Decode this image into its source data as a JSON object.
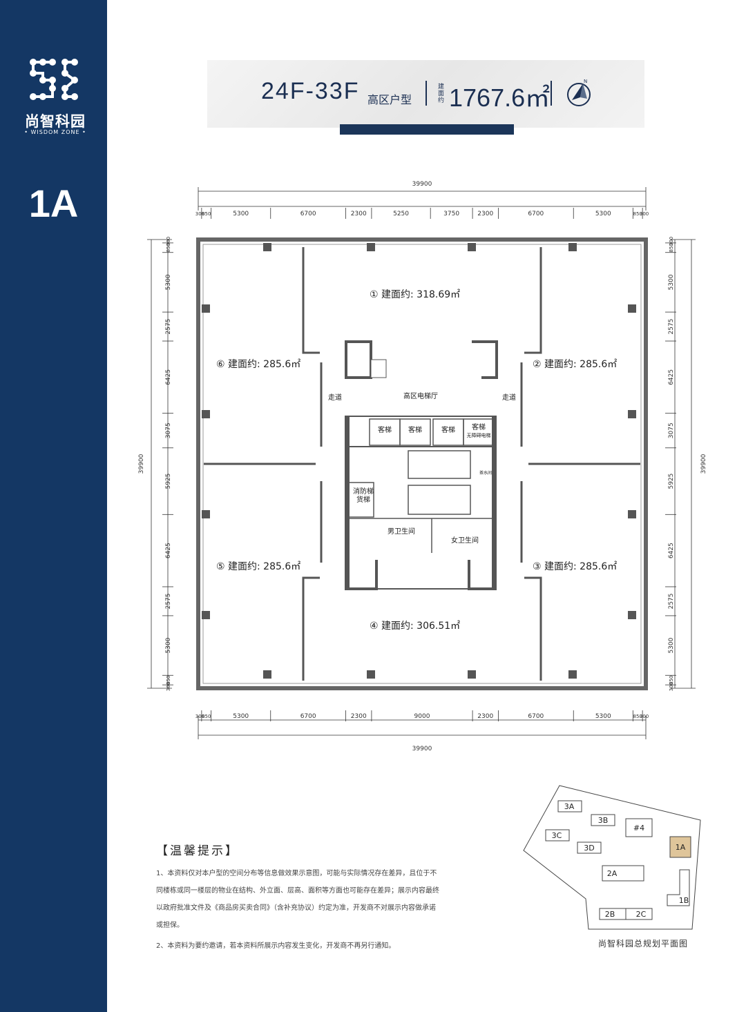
{
  "brand": {
    "name": "尚智科园",
    "sub": "• WISDOM ZONE •"
  },
  "building_code": "1A",
  "header": {
    "floors": "24F-33F",
    "zone": "高区户型",
    "area_label": "建面约",
    "area_value": "1767.6㎡",
    "compass_north": "N"
  },
  "plan": {
    "overall_top": "39900",
    "overall_bottom": "39900",
    "overall_left": "39900",
    "overall_right": "39900",
    "dims_top": [
      "300",
      "850",
      "5300",
      "6700",
      "2300",
      "5250",
      "3750",
      "2300",
      "6700",
      "5300",
      "850",
      "300"
    ],
    "dims_bottom": [
      "300",
      "850",
      "5300",
      "6700",
      "2300",
      "9000",
      "2300",
      "6700",
      "5300",
      "850",
      "300"
    ],
    "dims_left": [
      "300",
      "850",
      "5300",
      "2575",
      "6425",
      "3075",
      "5925",
      "6425",
      "2575",
      "5300",
      "850",
      "300"
    ],
    "dims_right": [
      "300",
      "850",
      "5300",
      "2575",
      "6425",
      "3075",
      "5925",
      "6425",
      "2575",
      "5300",
      "850",
      "300"
    ],
    "units": [
      {
        "num": "①",
        "label": "建面约: 318.69㎡"
      },
      {
        "num": "②",
        "label": "建面约: 285.6㎡"
      },
      {
        "num": "③",
        "label": "建面约: 285.6㎡"
      },
      {
        "num": "④",
        "label": "建面约: 306.51㎡"
      },
      {
        "num": "⑤",
        "label": "建面约: 285.6㎡"
      },
      {
        "num": "⑥",
        "label": "建面约: 285.6㎡"
      }
    ],
    "rooms": {
      "lobby": "高区电梯厅",
      "corridor_left": "走道",
      "corridor_right": "走道",
      "elevator1": "客梯",
      "elevator2": "客梯",
      "elevator3": "客梯",
      "elevator4": "客梯",
      "elevator4_sub": "无障碍电梯",
      "fire_elevator": "消防梯",
      "freight_elevator": "货梯",
      "mens_restroom": "男卫生间",
      "womens_restroom": "女卫生间",
      "tea_room": "茶水间"
    }
  },
  "notes": {
    "title": "【温馨提示】",
    "items": [
      "1、本资料仅对本户型的空间分布等信息做效果示意图，可能与实际情况存在差异，且位于不同楼栋或同一楼层的物业在结构、外立面、层高、面积等方面也可能存在差异；展示内容最终以政府批准文件及《商品房买卖合同》（含补充协议）约定为准，开发商不对展示内容做承诺或担保。",
      "2、本资料为要约邀请，若本资料所展示内容发生变化，开发商不再另行通知。"
    ]
  },
  "sitemap": {
    "caption": "尚智科园总规划平面图",
    "buildings": [
      "3A",
      "3B",
      "#4",
      "3C",
      "3D",
      "1A",
      "2A",
      "1B",
      "2B",
      "2C"
    ],
    "highlight": "1A"
  },
  "colors": {
    "sidebar": "#143764",
    "accent": "#1b3559",
    "highlight": "#dfc59a",
    "column": "#555555"
  }
}
